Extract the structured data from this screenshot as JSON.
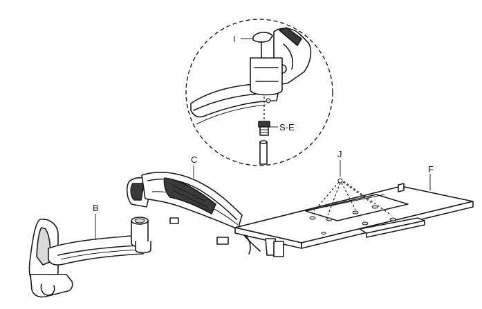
{
  "labels": {
    "B": "B",
    "C": "C",
    "F": "F",
    "I": "I",
    "J": "J",
    "SE": "S-E"
  },
  "colors": {
    "line": "#1a1a1a",
    "shade": "#d9d9d9",
    "dark": "#3a3a3a",
    "background": "#ffffff"
  }
}
